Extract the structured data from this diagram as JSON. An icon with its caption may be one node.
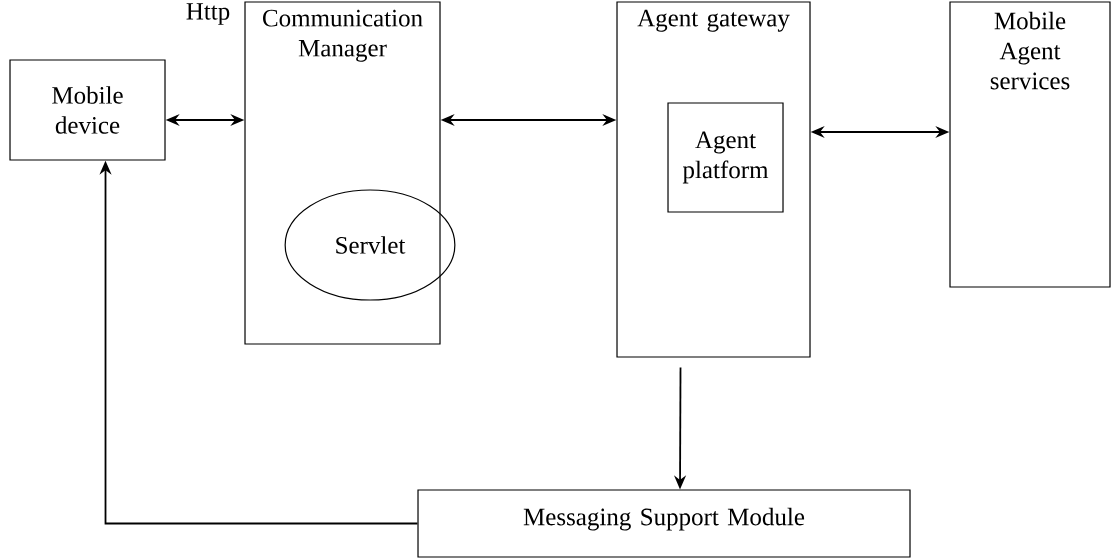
{
  "diagram": {
    "nodes": [
      {
        "text": [
          "Mobile device"
        ]
      },
      {
        "text": [
          "Communication Manager"
        ]
      },
      {
        "text": [
          "Servlet"
        ],
        "in": 1
      },
      {
        "text": [
          "Agent gateway"
        ]
      },
      {
        "text": [
          "Agent platform"
        ],
        "in": 3
      },
      {
        "text": [
          "Mobile Agent services"
        ]
      },
      {
        "text": [
          "Messaging Support Module"
        ]
      }
    ],
    "edges": [
      {
        "from": 0,
        "to": 1,
        "arrow": "both"
      },
      {
        "from": 1,
        "to": 3,
        "arrow": "both"
      },
      {
        "from": 3,
        "to": 5,
        "arrow": "both"
      },
      {
        "from": 3,
        "to": 6,
        "arrow": "to"
      },
      {
        "from": 6,
        "to": 0,
        "arrow": "to"
      }
    ],
    "labels": [
      "Http"
    ]
  }
}
